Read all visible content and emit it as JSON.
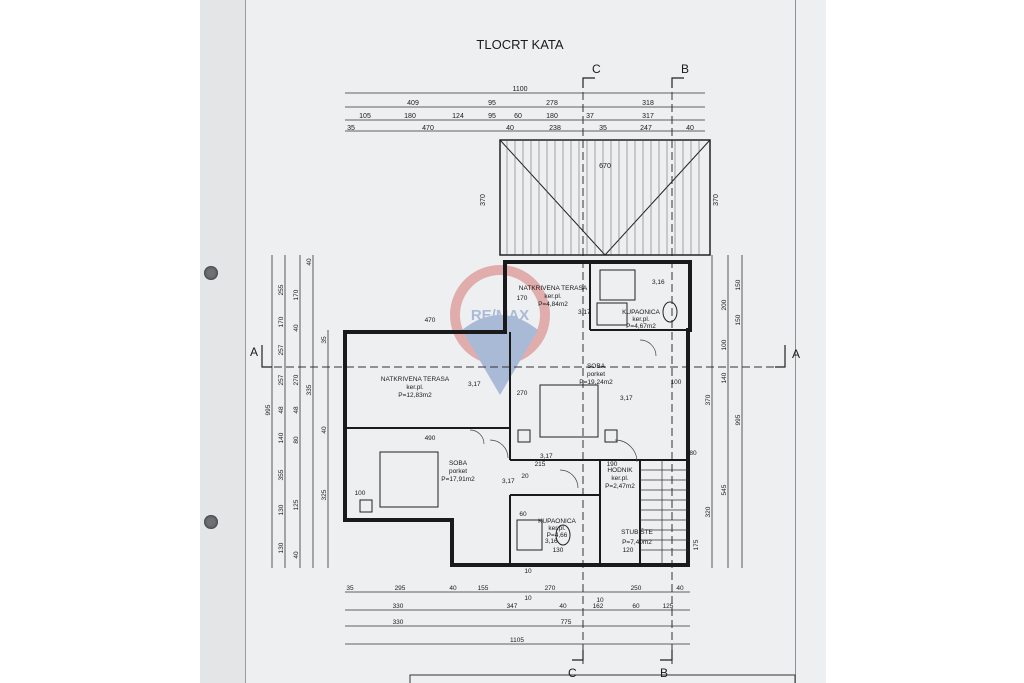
{
  "drawing": {
    "title": "TLOCRT KATA",
    "sections": {
      "a_left": "A",
      "a_right": "A",
      "b_top": "B",
      "b_bottom": "B",
      "c_top": "C",
      "c_bottom": "C"
    },
    "dims_top": {
      "total": "1100",
      "row2": [
        "409",
        "95",
        "278",
        "318"
      ],
      "row3": [
        "105",
        "180",
        "124",
        "95",
        "60",
        "180",
        "37",
        "317"
      ],
      "row4": [
        "35",
        "470",
        "40",
        "238",
        "35",
        "247",
        "40"
      ]
    },
    "dims_bottom": {
      "row1": [
        "35",
        "295",
        "40",
        "155",
        "270",
        "250",
        "40"
      ],
      "row1b": [
        "10",
        "10"
      ],
      "row2": [
        "330",
        "347",
        "40",
        "162",
        "60",
        "125"
      ],
      "row3": [
        "330",
        "775"
      ],
      "total": "1105"
    },
    "dims_left": {
      "col1": [
        "995"
      ],
      "col2": [
        "255",
        "170",
        "257",
        "257",
        "48",
        "140",
        "355",
        "130",
        "130"
      ],
      "col3": [
        "170",
        "40",
        "270",
        "48",
        "80",
        "125",
        "40"
      ],
      "col4": [
        "40",
        "35",
        "335",
        "40",
        "325"
      ]
    },
    "dims_right": {
      "col1": [
        "150",
        "200",
        "150",
        "100",
        "140",
        "545",
        "320"
      ],
      "col2": [
        "995"
      ],
      "col3": [
        "370",
        "175"
      ]
    },
    "roof": {
      "width": "670",
      "height_left": "370",
      "height_right": "370"
    },
    "rooms": [
      {
        "name": "NATKRIVENA TERASA",
        "floor": "ker.pl.",
        "area": "P=4,84m2"
      },
      {
        "name": "KUPAONICA",
        "floor": "ker.pl.",
        "area": "P=4,67m2"
      },
      {
        "name": "NATKRIVENA TERASA",
        "floor": "ker.pl.",
        "area": "P=12,83m2"
      },
      {
        "name": "SOBA",
        "floor": "porket",
        "area": "P=19,24m2"
      },
      {
        "name": "SOBA",
        "floor": "porket",
        "area": "P=17,91m2"
      },
      {
        "name": "HODNIK",
        "floor": "ker.pl.",
        "area": "P=2,47m2"
      },
      {
        "name": "KUPAONICA",
        "floor": "ker.pl.",
        "area": "P=4,66"
      },
      {
        "name": "STUBIŠTE",
        "floor": "",
        "area": "P=7,40m2"
      }
    ],
    "inner_dims": [
      "470",
      "490",
      "215",
      "190",
      "20",
      "60",
      "10",
      "100",
      "170",
      "270",
      "100",
      "80",
      "120",
      "130"
    ],
    "levels": [
      "3,17",
      "3,16",
      "3,17",
      "3,17",
      "3,17",
      "3,17",
      "3,16"
    ],
    "watermark": "RE/MAX",
    "colors": {
      "paper": "#eeeff1",
      "line": "#222222",
      "watermark_red": "#c8312f",
      "watermark_blue": "#2a5aa8"
    }
  }
}
